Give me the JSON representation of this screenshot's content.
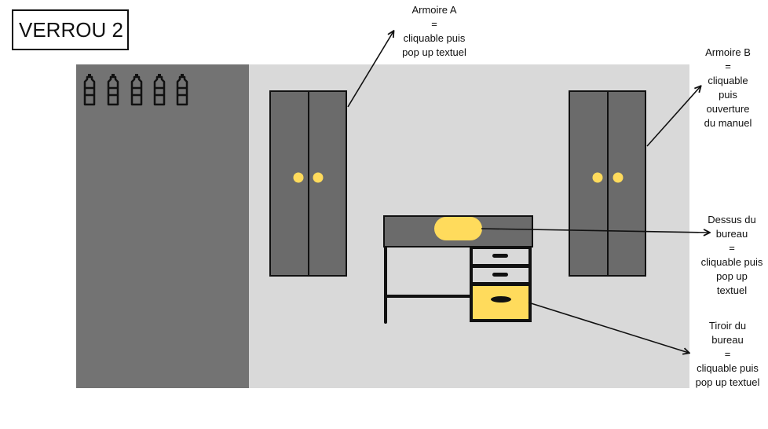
{
  "title": "VERROU 2",
  "colors": {
    "wall_dark": "#737373",
    "room": "#d9d9d9",
    "furniture": "#6b6b6b",
    "accent_yellow": "#ffdb5c",
    "outline": "#111111"
  },
  "icons": [
    "bottle-icon",
    "bottle-icon",
    "bottle-icon",
    "bottle-icon",
    "bottle-icon"
  ],
  "annotations": {
    "armoire_a": [
      "Armoire A",
      "=",
      "cliquable puis",
      "pop up textuel"
    ],
    "armoire_b": [
      "Armoire B",
      "=",
      "cliquable",
      "puis",
      "ouverture",
      "du manuel"
    ],
    "dessus_bureau": [
      "Dessus du",
      "bureau",
      "=",
      "cliquable puis",
      "pop up",
      "textuel"
    ],
    "tiroir_bureau": [
      "Tiroir du",
      "bureau",
      "=",
      "cliquable puis",
      "pop up textuel"
    ]
  }
}
